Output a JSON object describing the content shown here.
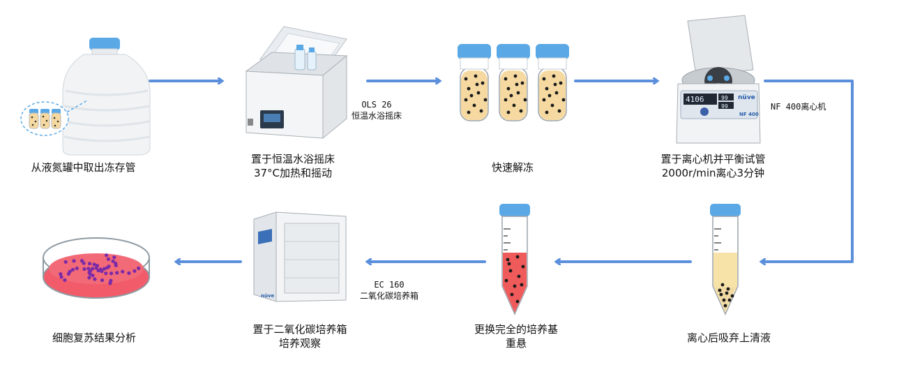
{
  "steps": [
    {
      "id": "1",
      "lines": [
        "从液氮罐中取出冻存管"
      ]
    },
    {
      "id": "2",
      "lines": [
        "置于恒温水浴摇床",
        "37°C加热和摇动"
      ]
    },
    {
      "id": "3",
      "lines": [
        "快速解冻"
      ]
    },
    {
      "id": "4",
      "lines": [
        "置于离心机并平衡试管",
        "2000r/min离心3分钟"
      ]
    },
    {
      "id": "5",
      "lines": [
        "离心后吸弃上清液"
      ]
    },
    {
      "id": "6",
      "lines": [
        "更换完全的培养基",
        "重悬"
      ]
    },
    {
      "id": "7",
      "lines": [
        "置于二氧化碳培养箱",
        "培养观察"
      ]
    },
    {
      "id": "8",
      "lines": [
        "细胞复苏结果分析"
      ]
    }
  ],
  "devices": {
    "water_bath": {
      "model": "OLS 26",
      "name": "恒温水浴摇床"
    },
    "centrifuge": {
      "model": "NF 400离心机",
      "panel_brand": "nüve",
      "panel_model": "NF 400",
      "display_speed": "4106",
      "display_a": "99",
      "display_b": "99"
    },
    "incubator": {
      "model": "EC 160",
      "name": "二氧化碳培养箱",
      "panel_brand": "nüve"
    }
  },
  "colors": {
    "arrow": "#5b8fdb",
    "cap": "#5aa9e6",
    "cell_fluid": "#f5d9a0",
    "medium_red": "#ef5a5a",
    "dish_fluid": "#f25c6a",
    "dish_cell": "#7b2aa8",
    "supernatant": "#f7e2a8"
  }
}
